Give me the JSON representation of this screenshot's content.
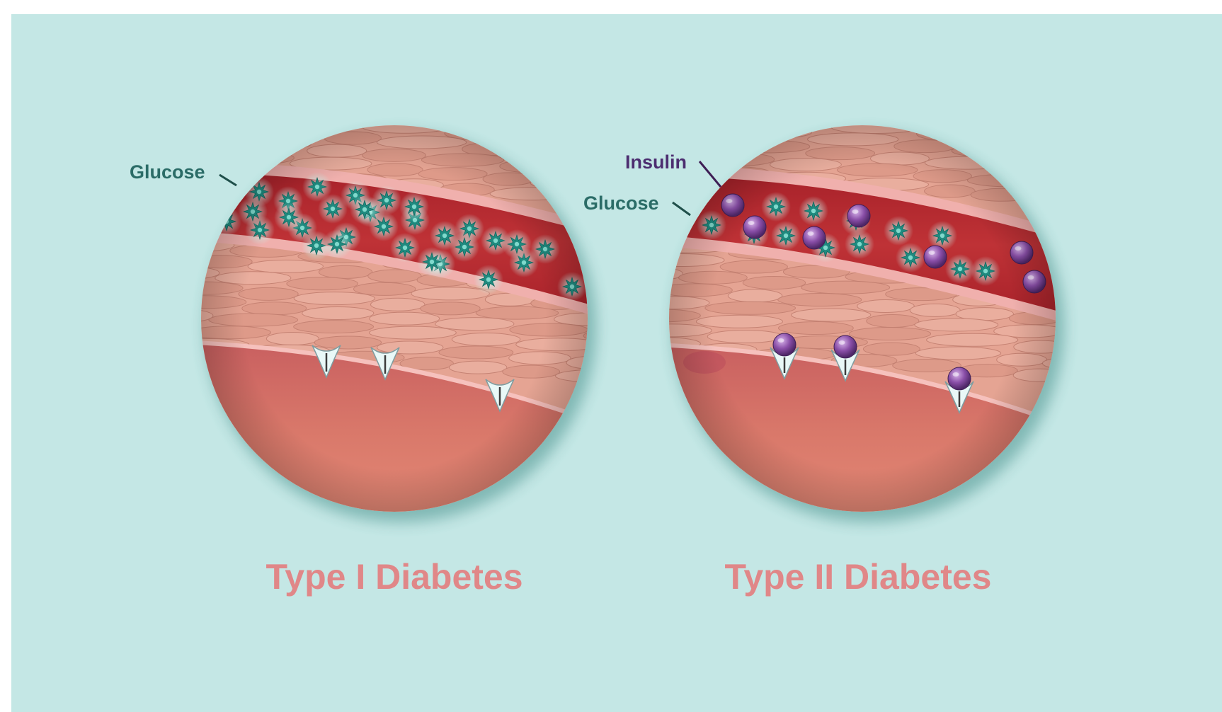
{
  "colors": {
    "background": "#c4e7e5",
    "tissue": "#e5a493",
    "blood_vessel": "#b92e32",
    "cell_body": "#d9786a",
    "glucose": "#1f8a7f",
    "insulin": "#8a4fa8",
    "receptor": "#e9f8f7",
    "label_teal": "#2b6c67",
    "label_purple": "#4c2e70",
    "title": "#e08788"
  },
  "panels": [
    {
      "title": "Type I Diabetes",
      "labels": {
        "glucose": "Glucose"
      },
      "receptors_bound": false
    },
    {
      "title": "Type II Diabetes",
      "labels": {
        "insulin": "Insulin",
        "glucose": "Glucose"
      },
      "receptors_bound": true
    }
  ]
}
